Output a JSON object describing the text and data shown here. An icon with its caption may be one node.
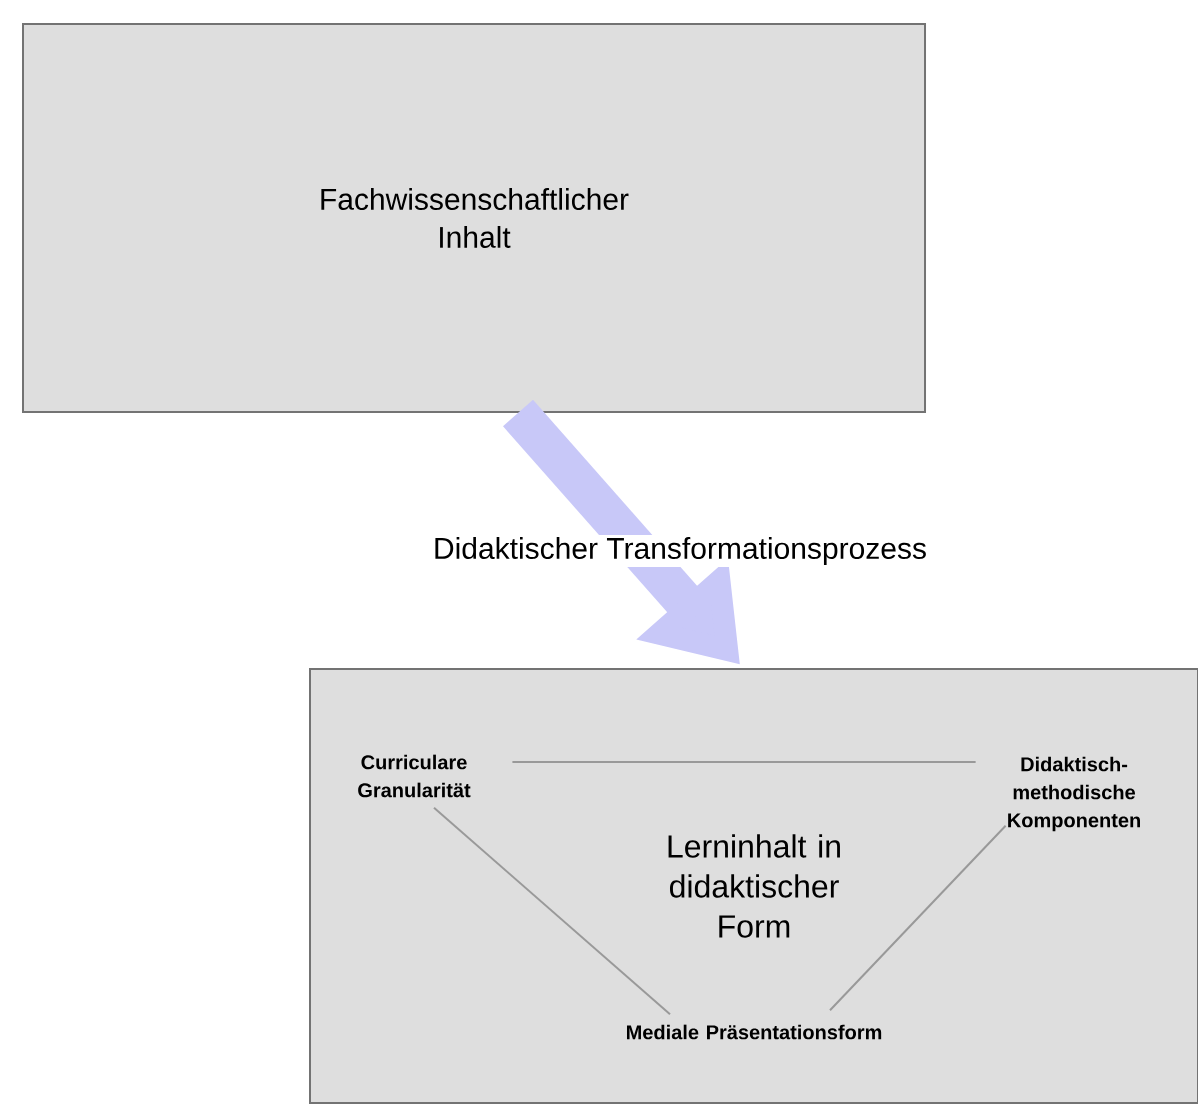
{
  "diagram": {
    "nodes": [
      {
        "text": [
          "Fachwissenschaftlicher Inhalt"
        ]
      },
      {
        "text": [
          "Lerninhalt in didaktischer Form"
        ]
      },
      {
        "text": [
          "Curriculare Granularität"
        ],
        "in": 1
      },
      {
        "text": [
          "Didaktisch-methodische Komponenten"
        ],
        "in": 1
      },
      {
        "text": [
          "Mediale Präsentationsform"
        ],
        "in": 1
      }
    ],
    "edges": [
      {
        "from": 0,
        "to": 1,
        "arrow": "to",
        "label": "Didaktischer Transformationsprozess",
        "style": "thick",
        "color": "#c8c8f8"
      },
      {
        "from": 2,
        "to": 3,
        "arrow": "none"
      },
      {
        "from": 2,
        "to": 4,
        "arrow": "none"
      },
      {
        "from": 3,
        "to": 4,
        "arrow": "none"
      }
    ]
  }
}
